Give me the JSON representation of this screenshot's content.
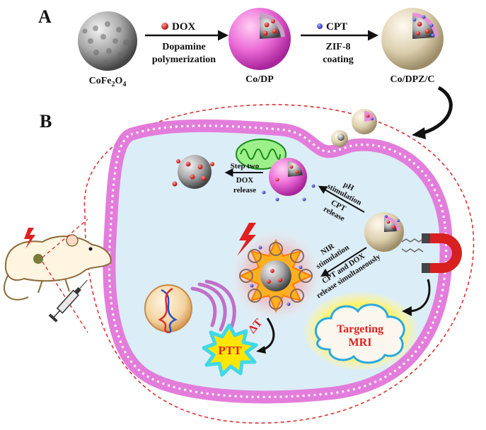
{
  "panels": {
    "a": "A",
    "b": "B"
  },
  "top_row": {
    "core_label": "CoFe2O4",
    "core_label_main": "CoFe",
    "core_label_sub1": "2",
    "core_label_mid": "O",
    "core_label_sub2": "4",
    "step1_reagent": "DOX",
    "step1_line1": "Dopamine",
    "step1_line2": "polymerization",
    "product1_label": "Co/DP",
    "step2_reagent": "CPT",
    "step2_line1": "ZIF-8",
    "step2_line2": "coating",
    "product2_label": "Co/DPZ/C"
  },
  "cell": {
    "step_two_line1": "Step two",
    "step_two_line2": "DOX",
    "step_two_line3": "release",
    "ph_line1": "pH",
    "ph_line2": "stimulation",
    "ph_line3": "CPT",
    "ph_line4": "release",
    "nir_line1": "NIR",
    "nir_line2": "stimulation",
    "nir_line3": "CPT and DOX",
    "nir_line4": "release simultaneously",
    "delta_t": "ΔT",
    "ptt_label": "PTT",
    "targeting_line1": "Targeting",
    "targeting_line2": "MRI"
  },
  "colors": {
    "pink_shell": "#e85fcf",
    "zif_shell": "#e3d6b8",
    "dox": "#e02020",
    "cpt": "#4a4ad8",
    "membrane": "#e070d8",
    "cytoplasm": "#d8ecf6",
    "dashed": "#e03030",
    "targeting_text": "#e02020",
    "ptt_glow": "#40d8e8"
  }
}
